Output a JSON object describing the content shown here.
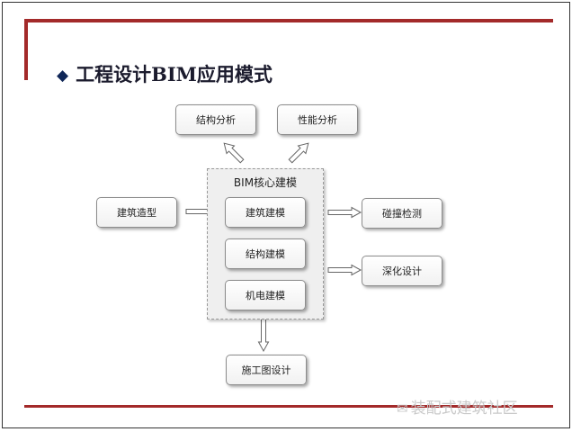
{
  "title": "工程设计BIM应用模式",
  "title_bullet": "◆",
  "diagram": {
    "top_boxes": [
      "结构分析",
      "性能分析"
    ],
    "left_box": "建筑造型",
    "core_label": "BIM核心建模",
    "core_items": [
      "建筑建模",
      "结构建模",
      "机电建模"
    ],
    "right_boxes": [
      "碰撞检测",
      "深化设计"
    ],
    "bottom_box": "施工图设计"
  },
  "watermark": "装配式建筑社区",
  "colors": {
    "accent": "#a32a2a",
    "title": "#1b1b2d"
  }
}
